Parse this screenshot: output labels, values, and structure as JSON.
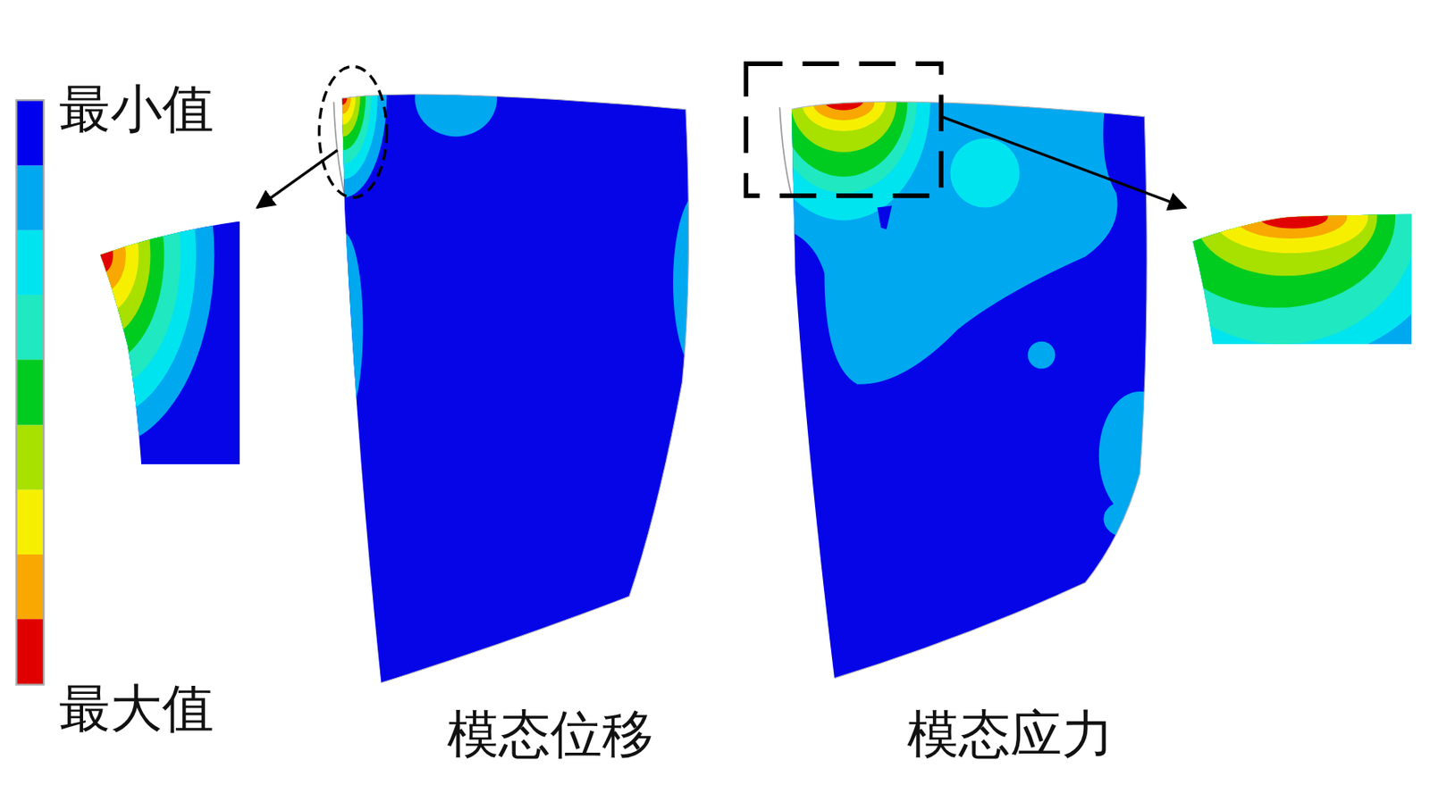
{
  "diagram": {
    "labels": [
      "最小值",
      "最大值",
      "模态位移",
      "模态应力"
    ]
  }
}
